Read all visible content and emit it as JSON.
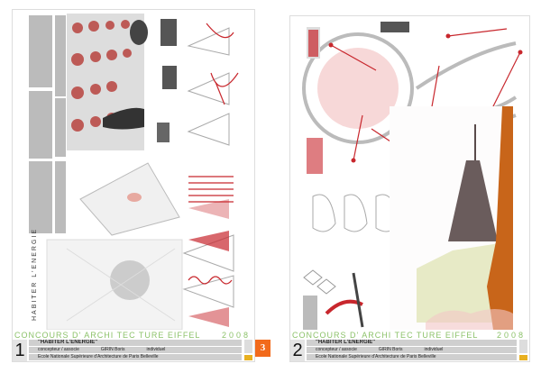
{
  "posters": [
    {
      "number": "1",
      "vertical_title": "HABITER L'ENERGIE",
      "band_title": "CONCOURS D'   ARCHI TEC TURE EIFFEL",
      "band_year": "2008",
      "project_title": "\"HABITER L'ENERGIE\"",
      "role_label": "concepteur / associe",
      "author": "GIRIN Boris",
      "entry_type": "individuel",
      "school": "Ecole Nationale Supérieure d'Architecture de Paris Belleville"
    },
    {
      "number": "2",
      "band_title": "CONCOURS D'   ARCHI TEC TURE EIFFEL",
      "band_year": "2008",
      "project_title": "\"HABITER L'ENERGIE\"",
      "role_label": "concepteur / associe",
      "author": "GIRIN Boris",
      "entry_type": "individuel",
      "school": "Ecole Nationale Supérieure d'Architecture de Paris Belleville"
    }
  ],
  "page_badge": "3",
  "colors": {
    "accent_red": "#c8272d",
    "band_green": "#8cc26a",
    "badge_orange": "#f26a1b",
    "foliage": "#c8651a"
  }
}
